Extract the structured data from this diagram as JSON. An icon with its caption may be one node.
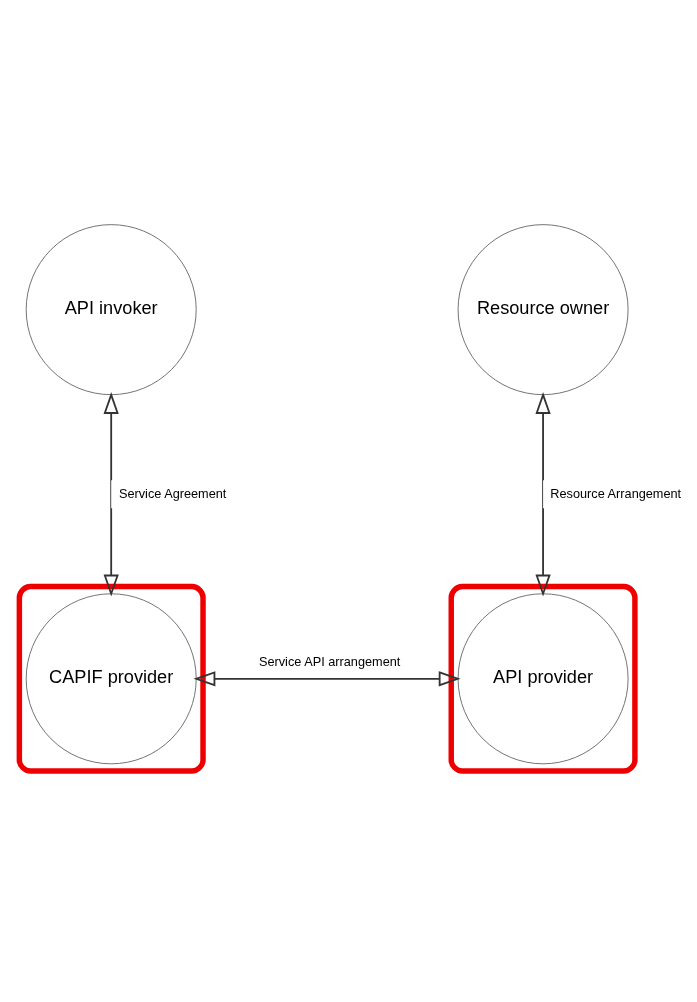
{
  "diagram": {
    "nodes": [
      {
        "text": [
          "API invoker"
        ]
      },
      {
        "text": [
          "Resource owner"
        ]
      },
      {
        "text": [],
        "shape": "box"
      },
      {
        "text": [
          "CAPIF provider"
        ],
        "in": 2
      },
      {
        "text": [],
        "shape": "box"
      },
      {
        "text": [
          "API provider"
        ],
        "in": 4
      }
    ],
    "edges": [
      {
        "from": 0,
        "to": 3,
        "arrow": "both",
        "label": "Service Agreement"
      },
      {
        "from": 1,
        "to": 5,
        "arrow": "both",
        "label": "Resource Arrangement"
      },
      {
        "from": 3,
        "to": 5,
        "arrow": "both",
        "label": "Service API arrangement"
      }
    ]
  }
}
